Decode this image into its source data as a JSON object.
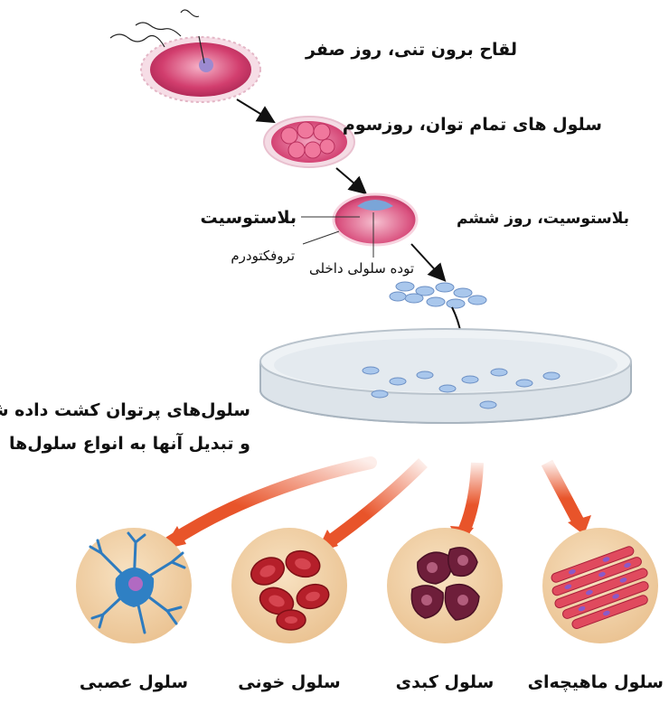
{
  "steps": {
    "day0": "لقاح برون تنی، روز صفر",
    "day3": "سلول های تمام توان، روزسوم",
    "day6": "بلاستوسیت، روز ششم"
  },
  "blastocyst": {
    "title": "بلاستوسیت",
    "trophectoderm": "تروفکتودرم",
    "inner_cell_mass": "توده سلولی داخلی"
  },
  "culture": {
    "line1": "سلول‌های پرتوان کشت داده شد",
    "line2": "و تبدیل آنها به انواع سلول‌ها"
  },
  "cell_types": [
    {
      "label": "سلول عصبی",
      "icon": "neuron-icon"
    },
    {
      "label": "سلول خونی",
      "icon": "red-blood-cells-icon"
    },
    {
      "label": "سلول کبدی",
      "icon": "liver-cells-icon"
    },
    {
      "label": "سلول ماهیچه‌ای",
      "icon": "muscle-cells-icon"
    }
  ],
  "colors": {
    "arrow_orange": "#e8542a",
    "circle_bg": "#f1d2a6",
    "cell_pink": "#e04a82"
  }
}
